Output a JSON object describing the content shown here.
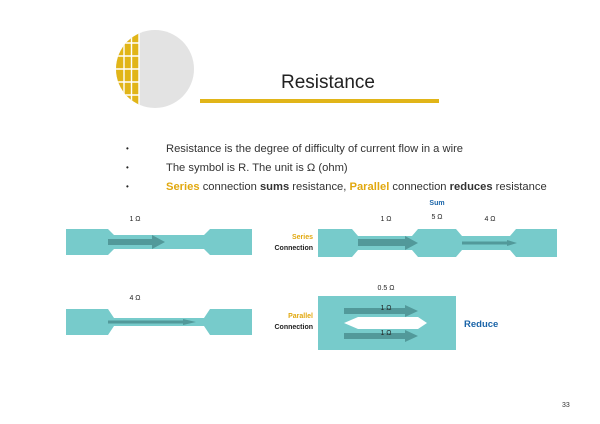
{
  "slide": {
    "title": "Resistance",
    "bullets": [
      {
        "text": "Resistance is the degree of difficulty of current flow in a wire"
      },
      {
        "text": "The symbol is R. The unit is Ω (ohm)"
      },
      {
        "parts": [
          "Series",
          " connection ",
          "sums",
          " resistance, ",
          "Parallel",
          " connection ",
          "reduces",
          " resistance"
        ]
      }
    ],
    "page_number": "33"
  },
  "diagrams": {
    "wire_short": {
      "label": "1 Ω"
    },
    "wire_long": {
      "label": "4 Ω"
    },
    "series": {
      "label_line1": "Series",
      "label_line2": "Connection",
      "sum_label": "Sum",
      "total": "5 Ω",
      "first": "1 Ω",
      "second": "4 Ω"
    },
    "parallel": {
      "label_line1": "Parallel",
      "label_line2": "Connection",
      "total": "0.5 Ω",
      "branch_top": "1 Ω",
      "branch_bottom": "1 Ω",
      "reduce_label": "Reduce"
    }
  },
  "colors": {
    "accent_gold": "#e1b518",
    "label_gold": "#e1a80f",
    "wire_fill": "#77cbcb",
    "arrow_fill": "#52999a",
    "highlight_blue": "#1a64a8"
  }
}
